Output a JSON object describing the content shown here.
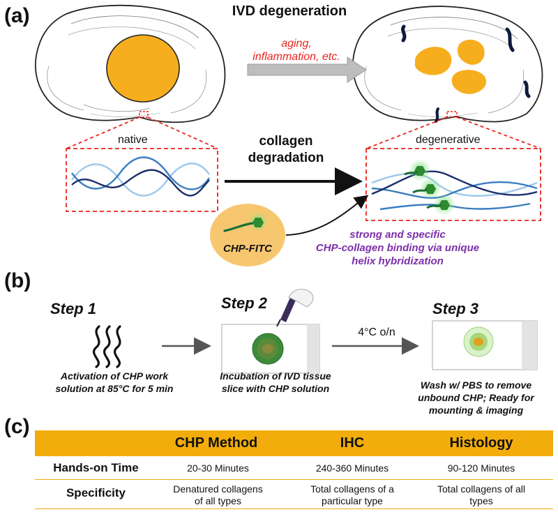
{
  "panel_a": {
    "label": "(a)",
    "title": "IVD degeneration",
    "causes_line1": "aging,",
    "causes_line2": "inflammation, etc.",
    "native_label": "native",
    "degenerative_label": "degenerative",
    "degradation_line1": "collagen",
    "degradation_line2": "degradation",
    "probe_label": "CHP-FITC",
    "binding_line1": "strong and specific",
    "binding_line2": "CHP-collagen binding via unique",
    "binding_line3": "helix hybridization",
    "colors": {
      "nucleus": "#f7ae1e",
      "dash_red": "#e8231e",
      "collagen_dark": "#1b2e6b",
      "collagen_mid": "#3a7ec0",
      "collagen_light": "#9ec8ea",
      "probe_green": "#3fb83f",
      "purple": "#7b2fa8"
    }
  },
  "panel_b": {
    "label": "(b)",
    "step1_title": "Step 1",
    "step1_line1": "Activation of CHP work",
    "step1_line2": "solution at 85°C for 5 min",
    "step2_title": "Step 2",
    "step2_line1": "Incubation of IVD tissue",
    "step2_line2": "slice with CHP solution",
    "condition": "4°C o/n",
    "step3_title": "Step 3",
    "step3_line1": "Wash w/ PBS to remove",
    "step3_line2": "unbound CHP; Ready for",
    "step3_line3": "mounting & imaging"
  },
  "panel_c": {
    "label": "(c)",
    "columns": [
      "CHP Method",
      "IHC",
      "Histology"
    ],
    "rows": [
      {
        "label": "Hands-on Time",
        "cells": [
          [
            "20-30 Minutes"
          ],
          [
            "240-360 Minutes"
          ],
          [
            "90-120 Minutes"
          ]
        ]
      },
      {
        "label": "Specificity",
        "cells": [
          [
            "Denatured collagens",
            "of all types"
          ],
          [
            "Total collagens of a",
            "particular type"
          ],
          [
            "Total collagens of all",
            "types"
          ]
        ]
      }
    ],
    "header_color": "#f2ad0c"
  }
}
